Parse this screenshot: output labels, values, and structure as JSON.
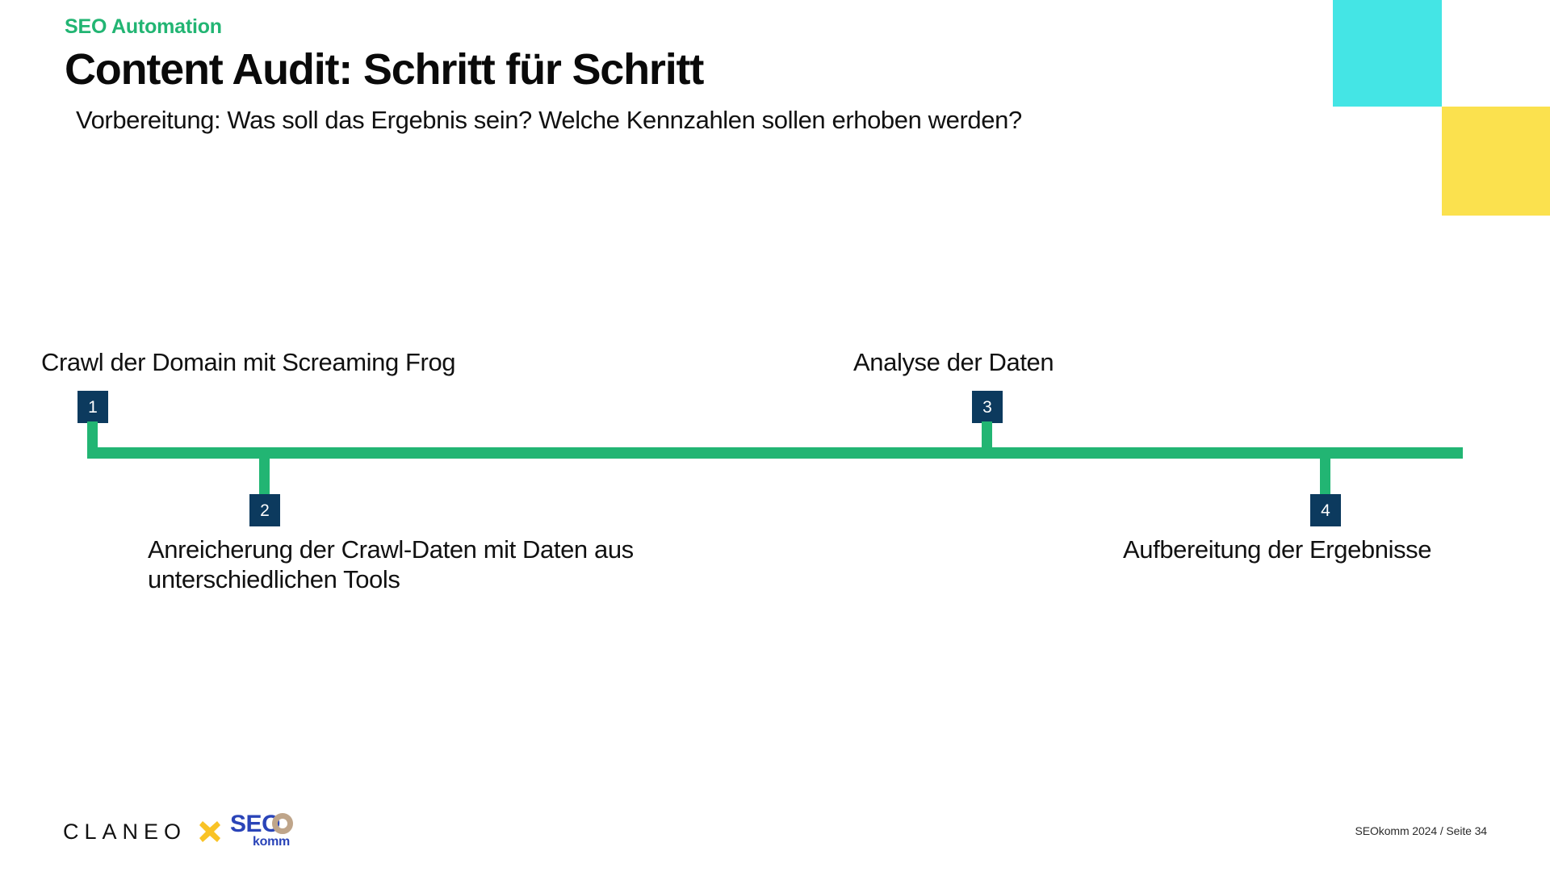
{
  "slide": {
    "eyebrow": "SEO Automation",
    "title": "Content Audit: Schritt für Schritt",
    "subtitle": "Vorbereitung: Was soll das Ergebnis sein? Welche Kennzahlen sollen erhoben werden?"
  },
  "colors": {
    "accent_green": "#22B573",
    "badge_navy": "#0C3A5E",
    "deco_cyan": "#44E5E5",
    "deco_yellow": "#FBE14E",
    "brand_blue": "#2A44B8",
    "brand_yellow": "#F9C326",
    "ring_tan": "#BFA58A",
    "text_black": "#111111"
  },
  "timeline": {
    "steps": [
      {
        "number": "1",
        "label": "Crawl der Domain mit Screaming Frog",
        "position": "above"
      },
      {
        "number": "2",
        "label": "Anreicherung der Crawl-Daten mit Daten aus unterschiedlichen Tools",
        "position": "below"
      },
      {
        "number": "3",
        "label": "Analyse der Daten",
        "position": "above"
      },
      {
        "number": "4",
        "label": "Aufbereitung der Ergebnisse",
        "position": "below"
      }
    ]
  },
  "footer": {
    "logo_claneo": "CLANEO",
    "logo_separator": "x-icon",
    "logo_seo": "SEO",
    "logo_komm": "komm",
    "meta": "SEOkomm 2024 / Seite 34"
  }
}
